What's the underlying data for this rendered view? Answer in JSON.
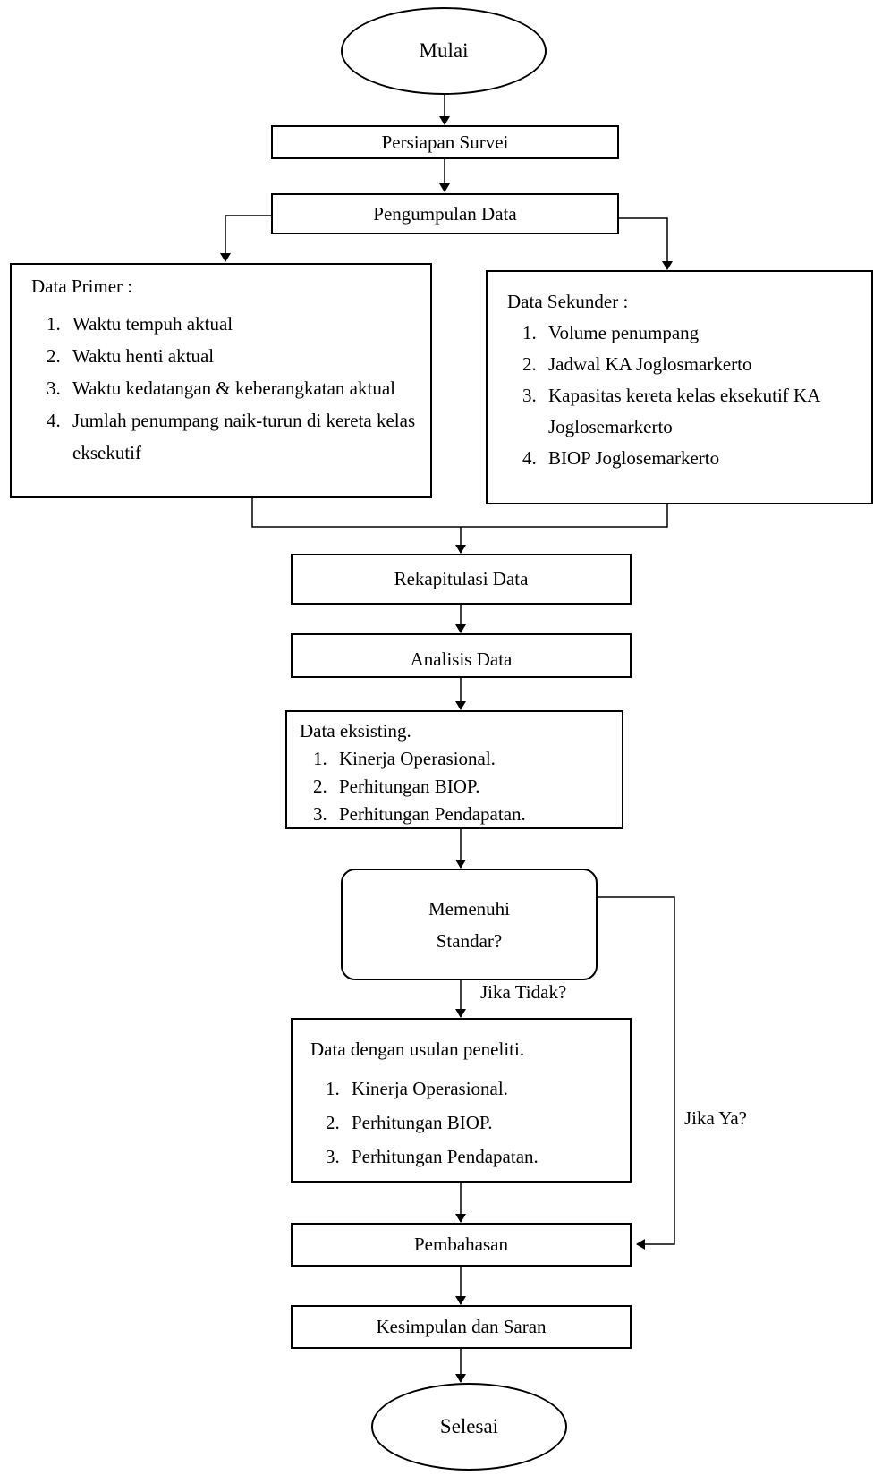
{
  "flowchart": {
    "start": "Mulai",
    "persiapan": "Persiapan Survei",
    "pengumpulan": "Pengumpulan Data",
    "primer": {
      "title": "Data Primer :",
      "items": [
        "Waktu tempuh aktual",
        "Waktu henti aktual",
        "Waktu kedatangan & keberangkatan aktual",
        "Jumlah penumpang naik-turun di kereta kelas eksekutif"
      ]
    },
    "sekunder": {
      "title": "Data Sekunder :",
      "items": [
        "Volume penumpang",
        "Jadwal  KA Joglosmarkerto",
        "Kapasitas kereta kelas eksekutif KA Joglosemarkerto",
        "BIOP Joglosemarkerto"
      ]
    },
    "rekap": "Rekapitulasi Data",
    "analisis": "Analisis Data",
    "eksisting": {
      "title": "Data eksisting.",
      "items": [
        "Kinerja Operasional.",
        "Perhitungan BIOP.",
        "Perhitungan Pendapatan."
      ]
    },
    "decision": [
      "Memenuhi",
      "Standar?"
    ],
    "label_tidak": "Jika Tidak?",
    "label_ya": "Jika Ya?",
    "usulan": {
      "title": "Data dengan usulan peneliti.",
      "items": [
        "Kinerja Operasional.",
        "Perhitungan BIOP.",
        "Perhitungan Pendapatan."
      ]
    },
    "pembahasan": "Pembahasan",
    "kesimpulan": "Kesimpulan dan Saran",
    "end": "Selesai"
  }
}
